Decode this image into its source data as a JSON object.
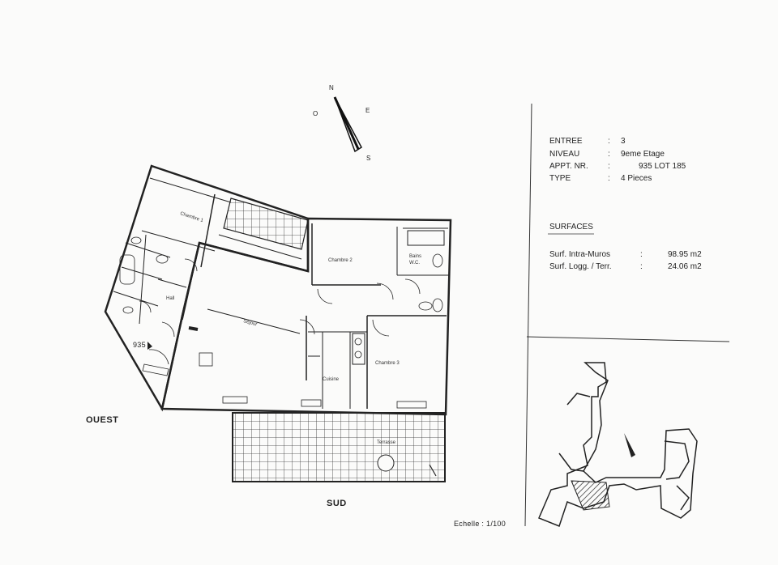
{
  "compass": {
    "n": "N",
    "e": "E",
    "s": "S",
    "w": "O"
  },
  "orientation": {
    "west": "OUEST",
    "south": "SUD"
  },
  "apartment_number": "935",
  "scale": "Echelle : 1/100",
  "info": {
    "entree_label": "ENTREE",
    "entree_value": "3",
    "niveau_label": "NIVEAU",
    "niveau_value": "9eme Etage",
    "appt_label": "APPT. NR.",
    "appt_value": "935  LOT 185",
    "type_label": "TYPE",
    "type_value": "4 Pieces",
    "surfaces_title": "SURFACES",
    "surf_intra_label": "Surf. Intra-Muros",
    "surf_intra_value": "98.95  m2",
    "surf_logg_label": "Surf. Logg. / Terr.",
    "surf_logg_value": "24.06  m2",
    "sep": ":"
  },
  "rooms": {
    "chambre1": "Chambre 1",
    "chambre2": "Chambre 2",
    "chambre3": "Chambre 3",
    "sejour": "Séjour",
    "cuisine": "Cuisine",
    "terrasse": "Terrasse",
    "bains": "Bains",
    "wc": "W.C.",
    "hall": "Hall"
  }
}
